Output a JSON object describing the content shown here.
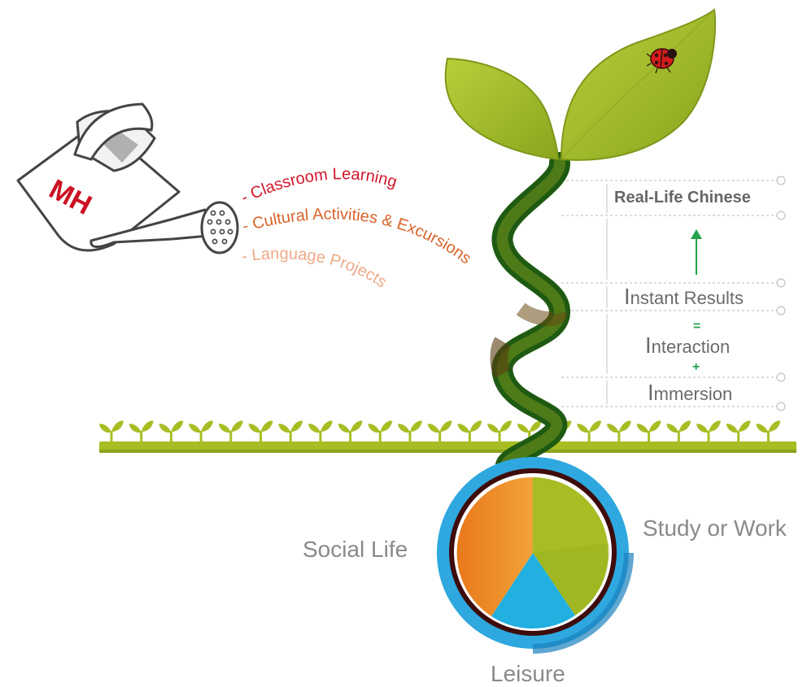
{
  "can": {
    "brand": "MH"
  },
  "water_streams": [
    {
      "text": "- Classroom Learning",
      "color": "#d2162b"
    },
    {
      "text": "- Cultural Activities & Excursions",
      "color": "#d9632a"
    },
    {
      "text": "- Language Projects",
      "color": "#eeaa88"
    }
  ],
  "ladder": {
    "top": "Real-Life Chinese",
    "instant": "Instant Results",
    "equals": "=",
    "interaction": "Interaction",
    "plus": "+",
    "immersion": "Immersion",
    "arrow_color": "#23a24d"
  },
  "roots": {
    "social": "Social Life",
    "study": "Study or Work",
    "leisure": "Leisure",
    "colors": {
      "social": "#ee8a1e",
      "study": "#a8bd24",
      "leisure": "#22b0e0",
      "ring": "#2ea8df"
    }
  },
  "colors": {
    "leaf": "#a3bd2c",
    "ground": "#a8bd24",
    "stem_dark": "#1f5a12"
  }
}
